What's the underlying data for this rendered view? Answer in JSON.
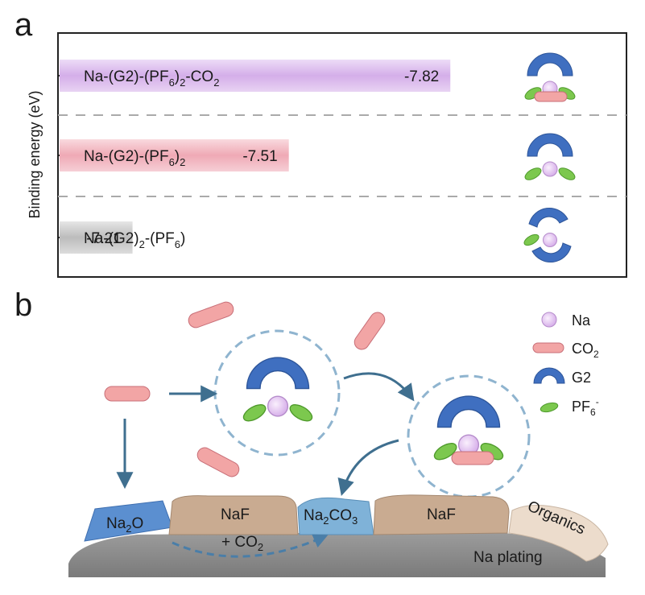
{
  "panels": {
    "a": "a",
    "b": "b"
  },
  "panel_a": {
    "y_axis_label": "Binding energy (eV)",
    "chart_data": {
      "type": "bar",
      "orientation": "horizontal",
      "title": "",
      "ylabel": "Binding energy (eV)",
      "categories": [
        "Na-(G2)-(PF6)2-CO2",
        "Na-(G2)-(PF6)2",
        "Na-(G2)2-(PF6)"
      ],
      "values": [
        -7.82,
        -7.51,
        -7.21
      ],
      "value_labels": [
        "-7.82",
        "-7.51",
        "-7.21"
      ],
      "colors": [
        "#d9b6ec",
        "#f2b4bf",
        "#c4c4c4"
      ],
      "separators": "dashed",
      "grid": false
    },
    "bar_labels": [
      {
        "base": "Na-(G2)-(PF",
        "sub1": "6",
        "mid": ")",
        "sub2": "2",
        "tail": "-CO",
        "sub3": "2"
      },
      {
        "base": "Na-(G2)-(PF",
        "sub1": "6",
        "mid": ")",
        "sub2": "2",
        "tail": "",
        "sub3": ""
      },
      {
        "base": "Na-(G2)",
        "sub1": "2",
        "mid": "-(PF",
        "sub2": "6",
        "tail": ")",
        "sub3": ""
      }
    ]
  },
  "panel_b": {
    "legend": [
      {
        "icon": "na-ion-icon",
        "text": "Na",
        "sub": "",
        "sup": ""
      },
      {
        "icon": "co2-molecule-icon",
        "text": "CO",
        "sub": "2",
        "sup": ""
      },
      {
        "icon": "g2-solvent-icon",
        "text": "G2",
        "sub": "",
        "sup": ""
      },
      {
        "icon": "pf6-anion-icon",
        "text": "PF",
        "sub": "6",
        "sup": "-"
      }
    ],
    "surface": {
      "na2o": {
        "text": "Na",
        "sub": "2",
        "tail": "O"
      },
      "naf_left": "NaF",
      "plus_co2": {
        "text": "+ CO",
        "sub": "2"
      },
      "na2co3": {
        "text": "Na",
        "sub": "2",
        "mid": "CO",
        "sub2": "3"
      },
      "naf_right": "NaF",
      "organics": "Organics",
      "na_plating": "Na plating"
    },
    "colors": {
      "na": "#e6c8f2",
      "co2": "#f2a5a5",
      "g2": "#3f6fc0",
      "pf6": "#7cc84e",
      "naf": "#c9ab91",
      "na2o": "#5b8fd0",
      "plating": "#8f8f8f",
      "organics": "#ecdccc",
      "arrow": "#3f6f8f"
    }
  }
}
